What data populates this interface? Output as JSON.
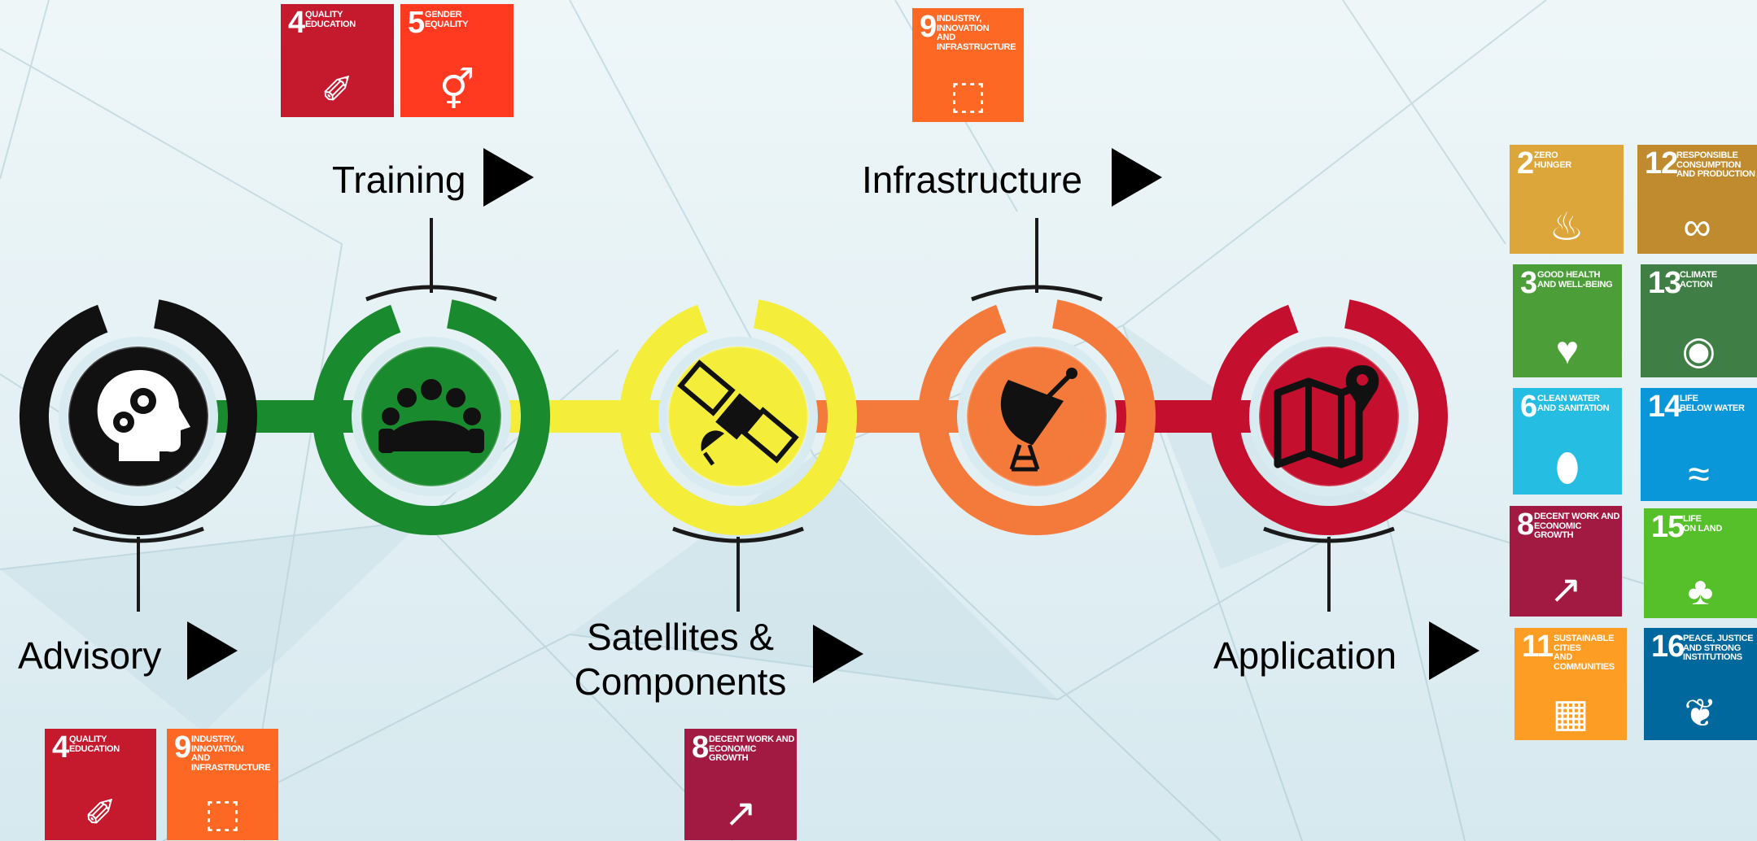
{
  "stages": [
    {
      "id": "advisory",
      "label": "Advisory",
      "ring_color": "#111111",
      "icon": "head-gears-icon"
    },
    {
      "id": "training",
      "label": "Training",
      "ring_color": "#1a8a2e",
      "icon": "meeting-group-icon"
    },
    {
      "id": "satellites",
      "label": "Satellites &\nComponents",
      "ring_color": "#f4ee3a",
      "icon": "satellite-icon"
    },
    {
      "id": "infrastructure",
      "label": "Infrastructure",
      "ring_color": "#f47a3c",
      "icon": "satellite-dish-icon"
    },
    {
      "id": "application",
      "label": "Application",
      "ring_color": "#c4102e",
      "icon": "map-pin-icon"
    }
  ],
  "sdg": {
    "g2": {
      "num": "2",
      "title": "ZERO\nHUNGER",
      "color": "#dda63a",
      "icon": "bowl-icon"
    },
    "g3": {
      "num": "3",
      "title": "GOOD HEALTH\nAND WELL-BEING",
      "color": "#4c9f38",
      "icon": "heartbeat-icon"
    },
    "g4": {
      "num": "4",
      "title": "QUALITY\nEDUCATION",
      "color": "#c5192d",
      "icon": "book-pencil-icon"
    },
    "g5": {
      "num": "5",
      "title": "GENDER\nEQUALITY",
      "color": "#ff3a21",
      "icon": "gender-equality-icon"
    },
    "g6": {
      "num": "6",
      "title": "CLEAN WATER\nAND SANITATION",
      "color": "#26bde2",
      "icon": "water-drop-icon"
    },
    "g8": {
      "num": "8",
      "title": "DECENT WORK AND\nECONOMIC GROWTH",
      "color": "#a21942",
      "icon": "growth-chart-icon"
    },
    "g9": {
      "num": "9",
      "title": "INDUSTRY, INNOVATION\nAND INFRASTRUCTURE",
      "color": "#fd6925",
      "icon": "cubes-icon"
    },
    "g11": {
      "num": "11",
      "title": "SUSTAINABLE CITIES\nAND COMMUNITIES",
      "color": "#fd9d24",
      "icon": "city-icon"
    },
    "g12": {
      "num": "12",
      "title": "RESPONSIBLE\nCONSUMPTION\nAND PRODUCTION",
      "color": "#bf8b2e",
      "icon": "infinity-icon"
    },
    "g13": {
      "num": "13",
      "title": "CLIMATE\nACTION",
      "color": "#3f7e44",
      "icon": "eye-globe-icon"
    },
    "g14": {
      "num": "14",
      "title": "LIFE\nBELOW WATER",
      "color": "#0a97d9",
      "icon": "fish-icon"
    },
    "g15": {
      "num": "15",
      "title": "LIFE\nON LAND",
      "color": "#56c02b",
      "icon": "tree-icon"
    },
    "g16": {
      "num": "16",
      "title": "PEACE, JUSTICE\nAND STRONG\nINSTITUTIONS",
      "color": "#00689d",
      "icon": "dove-icon"
    }
  }
}
